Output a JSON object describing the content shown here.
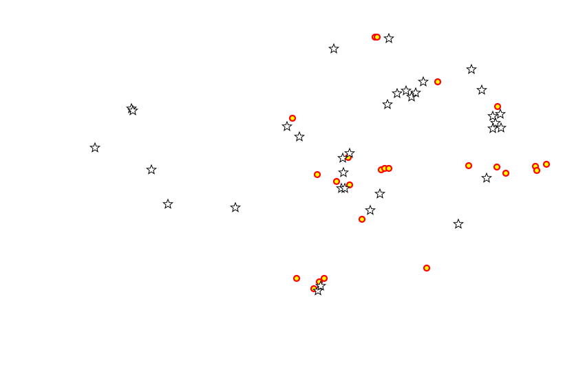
{
  "map": {
    "background_color": "#ffffff",
    "layers": [
      {
        "name": "stars",
        "icon": "star-icon",
        "stroke": "#000000",
        "fill": "#ffffff",
        "count": 34
      },
      {
        "name": "circles",
        "icon": "circle-marker-icon",
        "stroke": "#ff0000",
        "fill": "#ffff00",
        "count": 24
      }
    ]
  }
}
